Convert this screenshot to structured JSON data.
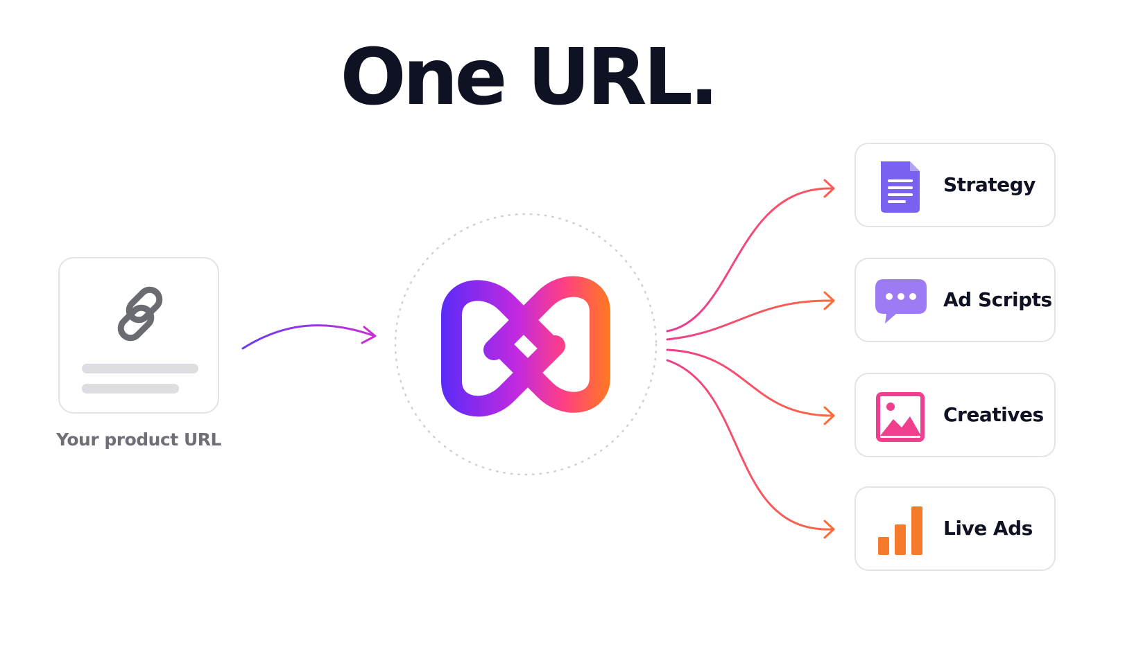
{
  "header": {
    "title": "One URL."
  },
  "source": {
    "caption": "Your product URL",
    "icon": "link-icon"
  },
  "hub": {
    "icon": "infinity-logo-icon",
    "gradient": [
      "#5b2bf7",
      "#b227e8",
      "#ff3d8a",
      "#ff7a1f"
    ]
  },
  "outputs": [
    {
      "label": "Strategy",
      "icon": "document-icon",
      "color": "#7b61f0"
    },
    {
      "label": "Ad Scripts",
      "icon": "chat-bubble-icon",
      "color": "#9d7bf5"
    },
    {
      "label": "Creatives",
      "icon": "image-icon",
      "color": "#ef3f8e"
    },
    {
      "label": "Live Ads",
      "icon": "bar-chart-icon",
      "color": "#f57a2c"
    }
  ]
}
